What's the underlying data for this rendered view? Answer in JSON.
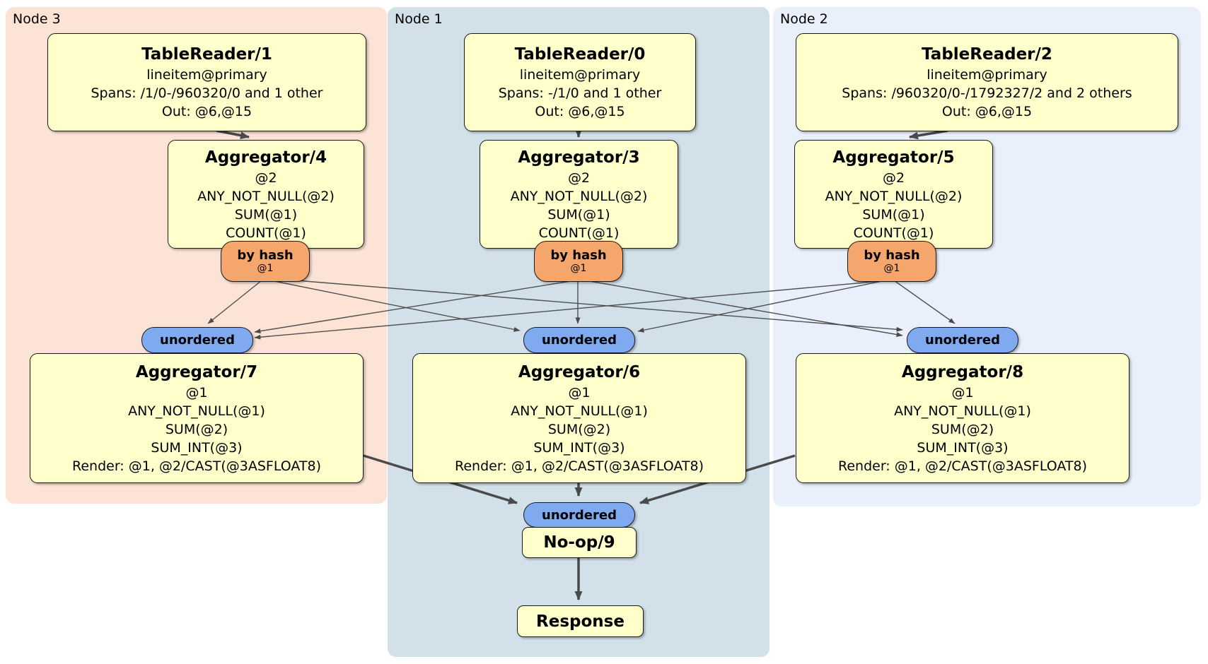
{
  "regions": [
    {
      "label": "Node 3",
      "bg": "#fce3d6"
    },
    {
      "label": "Node 1",
      "bg": "#d2e0e9"
    },
    {
      "label": "Node 2",
      "bg": "#eaf0fb"
    }
  ],
  "processors": {
    "tablereader1": {
      "title": "TableReader/1",
      "lines": [
        "lineitem@primary",
        "Spans: /1/0-/960320/0 and 1 other",
        "Out: @6,@15"
      ]
    },
    "tablereader0": {
      "title": "TableReader/0",
      "lines": [
        "lineitem@primary",
        "Spans: -/1/0 and 1 other",
        "Out: @6,@15"
      ]
    },
    "tablereader2": {
      "title": "TableReader/2",
      "lines": [
        "lineitem@primary",
        "Spans: /960320/0-/1792327/2 and 2 others",
        "Out: @6,@15"
      ]
    },
    "aggregator4": {
      "title": "Aggregator/4",
      "lines": [
        "@2",
        "ANY_NOT_NULL(@2)",
        "SUM(@1)",
        "COUNT(@1)"
      ]
    },
    "aggregator3": {
      "title": "Aggregator/3",
      "lines": [
        "@2",
        "ANY_NOT_NULL(@2)",
        "SUM(@1)",
        "COUNT(@1)"
      ]
    },
    "aggregator5": {
      "title": "Aggregator/5",
      "lines": [
        "@2",
        "ANY_NOT_NULL(@2)",
        "SUM(@1)",
        "COUNT(@1)"
      ]
    },
    "aggregator7": {
      "title": "Aggregator/7",
      "lines": [
        "@1",
        "ANY_NOT_NULL(@1)",
        "SUM(@2)",
        "SUM_INT(@3)",
        "Render: @1, @2/CAST(@3ASFLOAT8)"
      ]
    },
    "aggregator6": {
      "title": "Aggregator/6",
      "lines": [
        "@1",
        "ANY_NOT_NULL(@1)",
        "SUM(@2)",
        "SUM_INT(@3)",
        "Render: @1, @2/CAST(@3ASFLOAT8)"
      ]
    },
    "aggregator8": {
      "title": "Aggregator/8",
      "lines": [
        "@1",
        "ANY_NOT_NULL(@1)",
        "SUM(@2)",
        "SUM_INT(@3)",
        "Render: @1, @2/CAST(@3ASFLOAT8)"
      ]
    },
    "noop": {
      "title": "No-op/9"
    },
    "response": {
      "title": "Response"
    }
  },
  "badges": {
    "by_hash": {
      "label": "by hash",
      "detail": "@1"
    },
    "unordered_label": "unordered"
  },
  "colors": {
    "box_fill": "#ffffcc",
    "hash_badge_fill": "#f5a66d",
    "stream_badge_fill": "#80aaf0",
    "edge": "#4a4a4a",
    "node3_bg": "#fce3d6",
    "node1_bg": "#d2e0e9",
    "node2_bg": "#eaf0fb"
  }
}
